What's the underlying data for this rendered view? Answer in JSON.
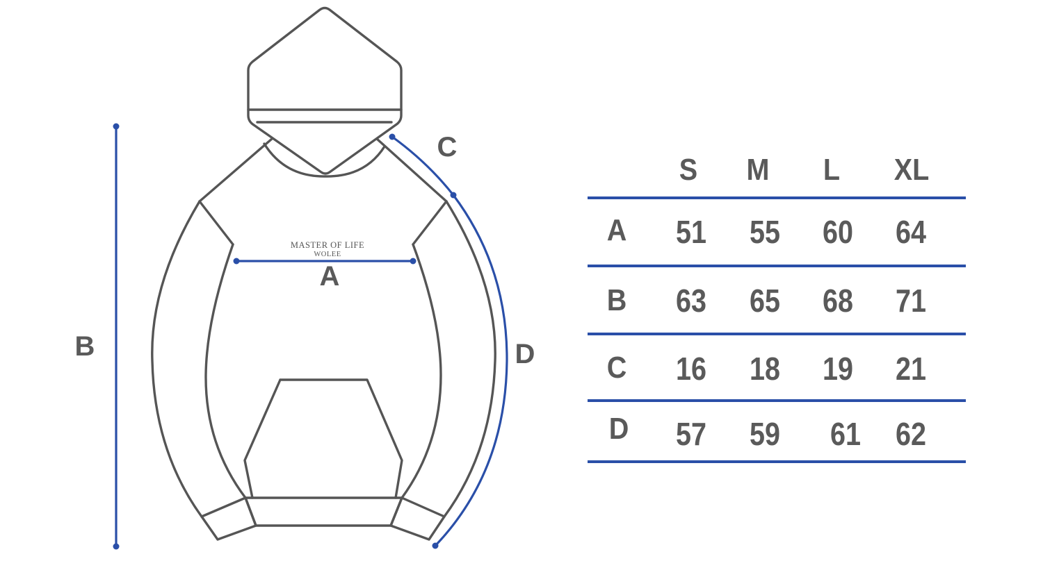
{
  "print": {
    "line1": "MASTER OF LIFE",
    "line2": "WOLEE"
  },
  "diagram_labels": {
    "a": "A",
    "b": "B",
    "c": "C",
    "d": "D"
  },
  "size_table": {
    "columns": [
      "S",
      "M",
      "L",
      "XL"
    ],
    "rows": [
      {
        "label": "A",
        "values": [
          "51",
          "55",
          "60",
          "64"
        ]
      },
      {
        "label": "B",
        "values": [
          "63",
          "65",
          "68",
          "71"
        ]
      },
      {
        "label": "C",
        "values": [
          "16",
          "18",
          "19",
          "21"
        ]
      },
      {
        "label": "D",
        "values": [
          "57",
          "59",
          "61",
          "62"
        ]
      }
    ]
  },
  "colors": {
    "outline": "#555555",
    "measure_line": "#2a4fa8",
    "text": "#5a5a5a"
  }
}
